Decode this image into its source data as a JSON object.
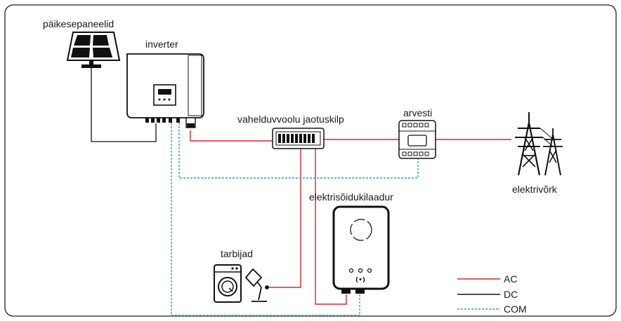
{
  "labels": {
    "solar_panels": "päikesepaneelid",
    "inverter": "inverter",
    "ac_distribution_board": "vahelduvvoolu jaotuskilp",
    "meter": "arvesti",
    "grid": "elektrivõrk",
    "ev_charger": "elektrisõidukilaadur",
    "loads": "tarbijad"
  },
  "legend": {
    "items": [
      {
        "key": "ac",
        "label": "AC",
        "color": "#d9262c",
        "style": "solid"
      },
      {
        "key": "dc",
        "label": "DC",
        "color": "#111111",
        "style": "solid"
      },
      {
        "key": "com",
        "label": "COM",
        "color": "#1fa9c6",
        "style": "dashed"
      }
    ]
  },
  "colors": {
    "ac": "#d9262c",
    "dc": "#111111",
    "com": "#1fa9c6",
    "frame": "#222222"
  }
}
